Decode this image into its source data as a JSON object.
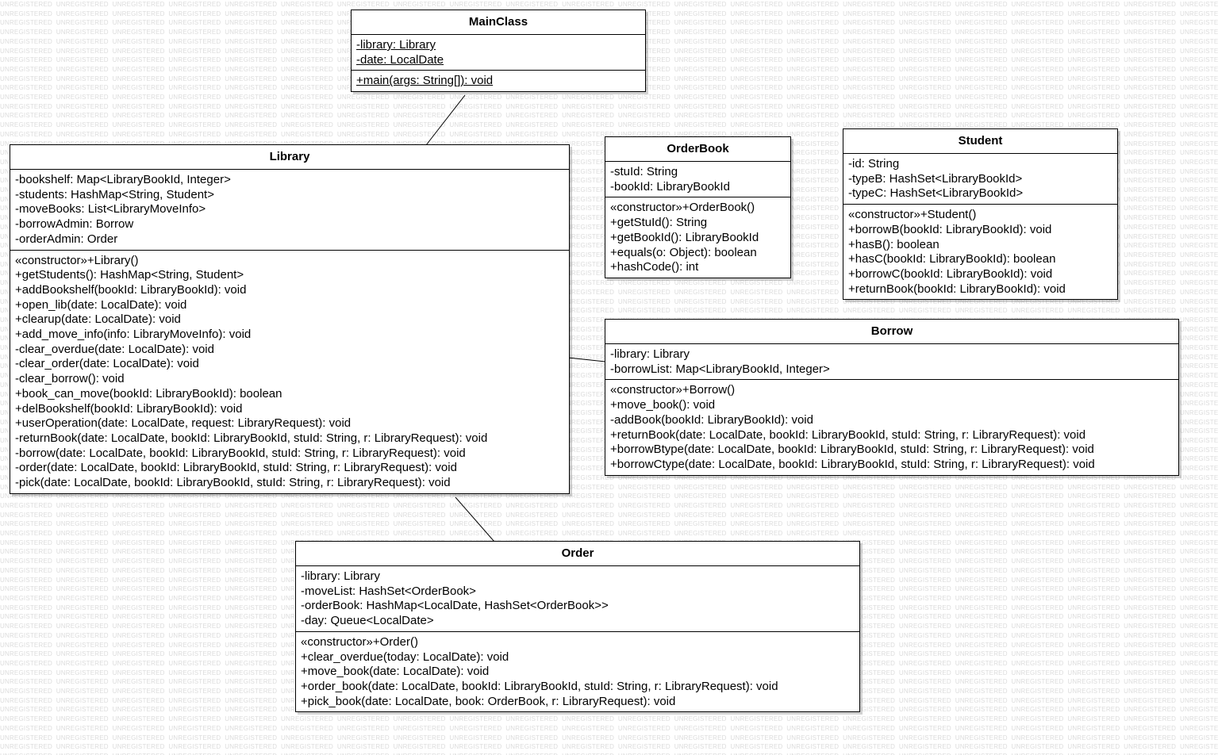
{
  "watermark_text": "UNREGISTERED",
  "classes": {
    "mainclass": {
      "name": "MainClass",
      "attributes": [
        "-library: Library",
        "-date: LocalDate"
      ],
      "operations": [
        "+main(args: String[]): void"
      ]
    },
    "library": {
      "name": "Library",
      "attributes": [
        "-bookshelf: Map<LibraryBookId, Integer>",
        "-students: HashMap<String, Student>",
        "-moveBooks: List<LibraryMoveInfo>",
        "-borrowAdmin: Borrow",
        "-orderAdmin: Order"
      ],
      "operations": [
        "«constructor»+Library()",
        "+getStudents(): HashMap<String, Student>",
        "+addBookshelf(bookId: LibraryBookId): void",
        "+open_lib(date: LocalDate): void",
        "+clearup(date: LocalDate): void",
        "+add_move_info(info: LibraryMoveInfo): void",
        "-clear_overdue(date: LocalDate): void",
        "-clear_order(date: LocalDate): void",
        "-clear_borrow(): void",
        "+book_can_move(bookId: LibraryBookId): boolean",
        "+delBookshelf(bookId: LibraryBookId): void",
        "+userOperation(date: LocalDate, request: LibraryRequest): void",
        "-returnBook(date: LocalDate, bookId: LibraryBookId, stuId: String, r: LibraryRequest): void",
        "-borrow(date: LocalDate, bookId: LibraryBookId, stuId: String, r: LibraryRequest): void",
        "-order(date: LocalDate, bookId: LibraryBookId, stuId: String, r: LibraryRequest): void",
        "-pick(date: LocalDate, bookId: LibraryBookId, stuId: String, r: LibraryRequest): void"
      ]
    },
    "orderbook": {
      "name": "OrderBook",
      "attributes": [
        "-stuId: String",
        "-bookId: LibraryBookId"
      ],
      "operations": [
        "«constructor»+OrderBook()",
        "+getStuId(): String",
        "+getBookId(): LibraryBookId",
        "+equals(o: Object): boolean",
        "+hashCode(): int"
      ]
    },
    "student": {
      "name": "Student",
      "attributes": [
        "-id: String",
        "-typeB: HashSet<LibraryBookId>",
        "-typeC: HashSet<LibraryBookId>"
      ],
      "operations": [
        "«constructor»+Student()",
        "+borrowB(bookId: LibraryBookId): void",
        "+hasB(): boolean",
        "+hasC(bookId: LibraryBookId): boolean",
        "+borrowC(bookId: LibraryBookId): void",
        "+returnBook(bookId: LibraryBookId): void"
      ]
    },
    "borrow": {
      "name": "Borrow",
      "attributes": [
        "-library: Library",
        "-borrowList: Map<LibraryBookId, Integer>"
      ],
      "operations": [
        "«constructor»+Borrow()",
        "+move_book(): void",
        "-addBook(bookId: LibraryBookId): void",
        "+returnBook(date: LocalDate, bookId: LibraryBookId, stuId: String, r: LibraryRequest): void",
        "+borrowBtype(date: LocalDate, bookId: LibraryBookId, stuId: String, r: LibraryRequest): void",
        "+borrowCtype(date: LocalDate, bookId: LibraryBookId, stuId: String, r: LibraryRequest): void"
      ]
    },
    "order": {
      "name": "Order",
      "attributes": [
        "-library: Library",
        "-moveList: HashSet<OrderBook>",
        "-orderBook: HashMap<LocalDate, HashSet<OrderBook>>",
        "-day: Queue<LocalDate>"
      ],
      "operations": [
        "«constructor»+Order()",
        "+clear_overdue(today: LocalDate): void",
        "+move_book(date: LocalDate): void",
        "+order_book(date: LocalDate, bookId: LibraryBookId, stuId: String, r: LibraryRequest): void",
        "+pick_book(date: LocalDate, book: OrderBook, r: LibraryRequest): void"
      ]
    }
  },
  "associations": [
    {
      "from": "MainClass",
      "to": "Library"
    },
    {
      "from": "Library",
      "to": "Borrow"
    },
    {
      "from": "Library",
      "to": "Order"
    }
  ]
}
